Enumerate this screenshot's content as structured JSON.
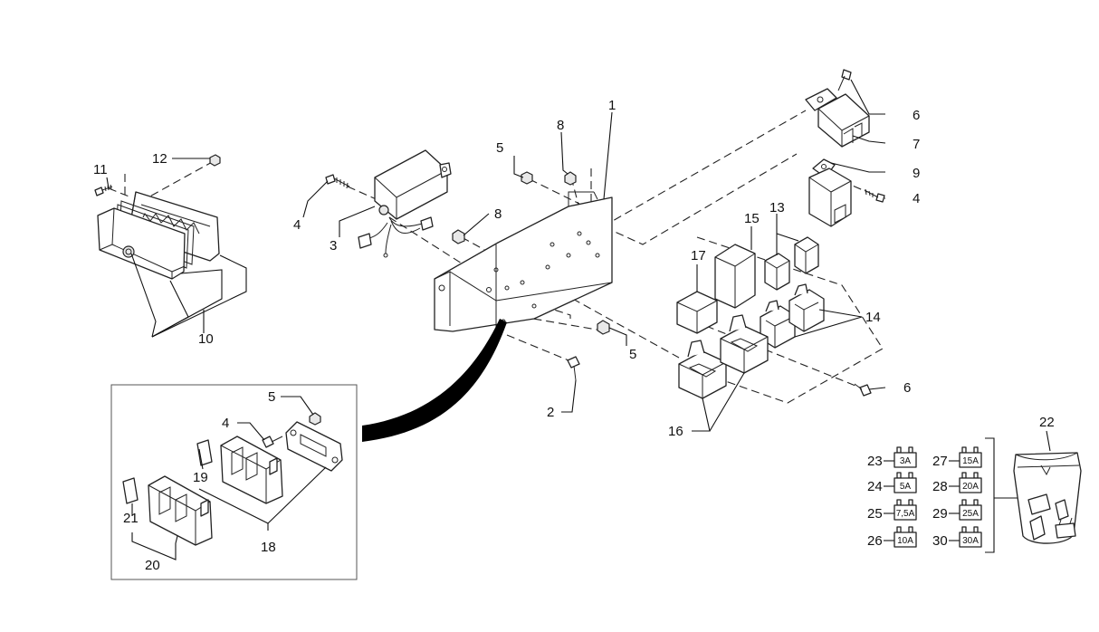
{
  "callouts": {
    "c1": "1",
    "c2": "2",
    "c3": "3",
    "c4a": "4",
    "c4b": "4",
    "c4c": "4",
    "c5a": "5",
    "c5b": "5",
    "c5c": "5",
    "c6a": "6",
    "c6b": "6",
    "c7": "7",
    "c8a": "8",
    "c8b": "8",
    "c9": "9",
    "c10": "10",
    "c11": "11",
    "c12": "12",
    "c13": "13",
    "c14": "14",
    "c15": "15",
    "c16": "16",
    "c17": "17",
    "c18": "18",
    "c19": "19",
    "c20": "20",
    "c21": "21",
    "c22": "22"
  },
  "fuses": [
    {
      "ref": "23",
      "rating": "3A"
    },
    {
      "ref": "24",
      "rating": "5A"
    },
    {
      "ref": "25",
      "rating": "7,5A"
    },
    {
      "ref": "26",
      "rating": "10A"
    },
    {
      "ref": "27",
      "rating": "15A"
    },
    {
      "ref": "28",
      "rating": "20A"
    },
    {
      "ref": "29",
      "rating": "25A"
    },
    {
      "ref": "30",
      "rating": "30A"
    }
  ]
}
